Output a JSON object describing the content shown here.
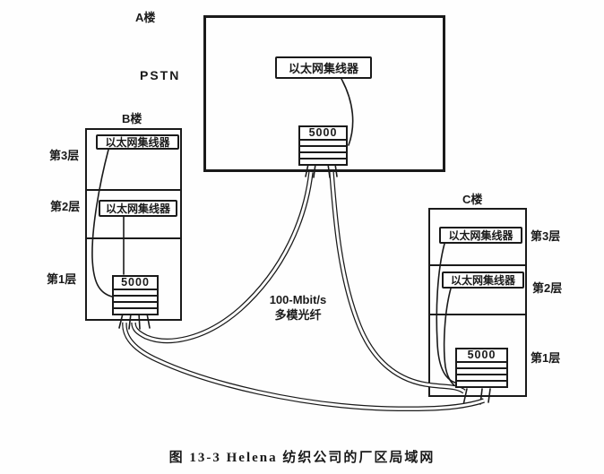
{
  "colors": {
    "ink": "#1a1a1a",
    "paper": "#fefefe"
  },
  "caption": "图 13-3   Helena 纺织公司的厂区局域网",
  "pstn_label": "PSTN",
  "fiber": {
    "line1": "100-Mbit/s",
    "line2": "多模光纤"
  },
  "building_a": {
    "name": "A楼",
    "hub": "以太网集线器",
    "switch": "5000"
  },
  "building_b": {
    "name": "B楼",
    "floor3": "第3层",
    "floor2": "第2层",
    "floor1": "第1层",
    "hub_floor3": "以太网集线器",
    "hub_floor2": "以太网集线器",
    "switch": "5000"
  },
  "building_c": {
    "name": "C楼",
    "floor3": "第3层",
    "floor2": "第2层",
    "floor1": "第1层",
    "hub_floor3": "以太网集线器",
    "hub_floor2": "以太网集线器",
    "switch": "5000"
  }
}
